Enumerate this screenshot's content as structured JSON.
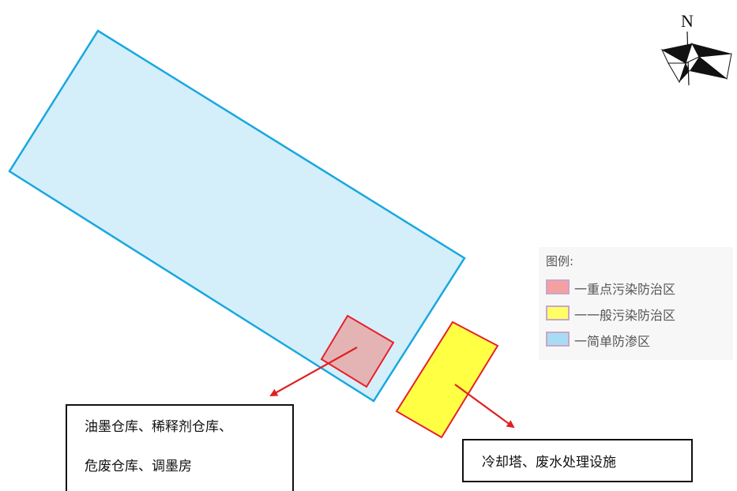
{
  "compass": {
    "north_label": "N",
    "icon": "north-arrow-compass-icon"
  },
  "legend": {
    "title": "图例:",
    "items": [
      {
        "label": "一重点污染防治区",
        "color": "#f4a0a0"
      },
      {
        "label": "一一般污染防治区",
        "color": "#ffff66"
      },
      {
        "label": "一简单防渗区",
        "color": "#a8dcf4"
      }
    ]
  },
  "zones": {
    "simple": {
      "fill": "#d4effa",
      "stroke": "#1aa7e0"
    },
    "key": {
      "fill": "#e4b4b4",
      "stroke": "#e8202a"
    },
    "general": {
      "fill": "#ffff44",
      "stroke": "#e8202a"
    }
  },
  "callouts": {
    "left": {
      "line1": "油墨仓库、稀释剂仓库、",
      "line2": "危废仓库、调墨房"
    },
    "right": {
      "text": "冷却塔、废水处理设施"
    }
  },
  "arrow_color": "#e02020"
}
